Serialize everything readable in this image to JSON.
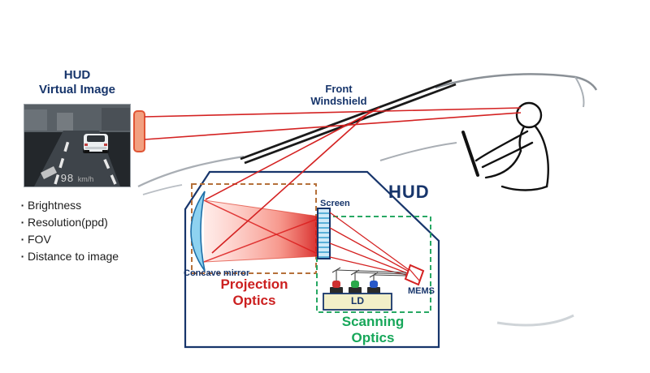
{
  "labels": {
    "hud_virtual_image": "HUD\nVirtual Image",
    "front_windshield": "Front\nWindshield",
    "hud_unit": "HUD",
    "screen": "Screen",
    "concave_mirror": "Concave mirror",
    "projection_optics": "Projection\nOptics",
    "scanning_optics": "Scanning\nOptics",
    "ld": "LD",
    "mems": "MEMS"
  },
  "virtual_image_photo": {
    "speed_value": "98",
    "speed_unit": "km/h"
  },
  "spec_list": {
    "marker": "·",
    "items": [
      "Brightness",
      "Resolution(ppd)",
      "FOV",
      "Distance to image"
    ]
  },
  "colors": {
    "navy": "#17356b",
    "red": "#cc2020",
    "green": "#17a75a",
    "projection_dash": "#b5713a",
    "scanning_dash": "#28a864",
    "virtual_image_fill": "#f2a080",
    "virtual_image_border": "#e05535",
    "mirror_fill": "#8ed2f0",
    "mirror_edge": "#1f6fa8",
    "ld_box_fill": "#f2efc8",
    "laser_colors": [
      "#d03030",
      "#2aa84a",
      "#2858c8"
    ]
  }
}
